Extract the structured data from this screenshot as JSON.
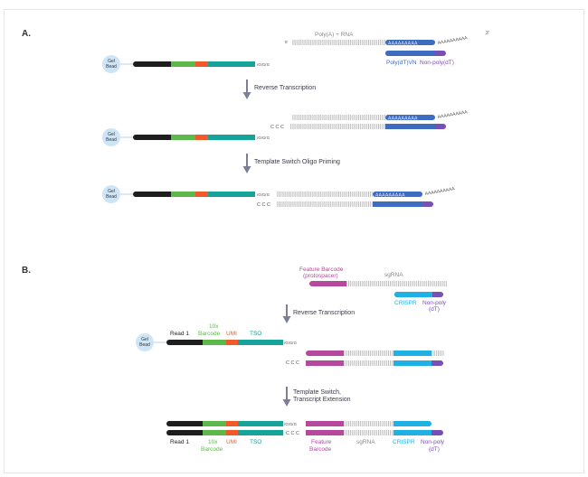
{
  "panels": {
    "a": {
      "label": "A.",
      "rna_label": "Poly(A) + RNA",
      "five_prime": "5'",
      "three_prime": "3'",
      "polya_inner": "AAAAAAAAA",
      "polya_tail": "AAAAAAAAAA",
      "polydt_label": "Poly(dT)VN",
      "nonpolydt_label": "Non-poly(dT)",
      "bead_line1": "Gel",
      "bead_line2": "Bead",
      "rgrgrg": "rGrGrG",
      "ccc": "C C C",
      "step1": "Reverse Transcription",
      "step2": "Template Switch Oligo Priming"
    },
    "b": {
      "label": "B.",
      "feature_barcode_line1": "Feature Barcode",
      "feature_barcode_line2": "(protospacer)",
      "sgrna": "sgRNA",
      "crispr": "CRISPR",
      "nonpoly_line1": "Non-poly",
      "nonpoly_line2": "(dT)",
      "bead_line1": "Gel",
      "bead_line2": "Bead",
      "read1": "Read 1",
      "tenx_line1": "10x",
      "tenx_line2": "Barcode",
      "umi": "UMI",
      "tso": "TSO",
      "rgrgrg": "rGrGrG",
      "ccc": "C C C",
      "step1": "Reverse Transcription",
      "step2_line1": "Template Switch,",
      "step2_line2": "Transcript Extension",
      "feature_line1": "Feature",
      "feature_line2": "Barcode"
    }
  },
  "colors": {
    "read1": "#1e1e1e",
    "barcode": "#5cb84a",
    "umi": "#ef5a28",
    "tso": "#15a39a",
    "polydt": "#3e6cc0",
    "nonpolydt": "#7a4fb5",
    "feature": "#b6489e",
    "crispr": "#1fb1e3",
    "bead": "#cde5f7",
    "arrow": "#7c7f96",
    "rna": "#b0b0b0",
    "label_dark": "#3a3a4a"
  }
}
